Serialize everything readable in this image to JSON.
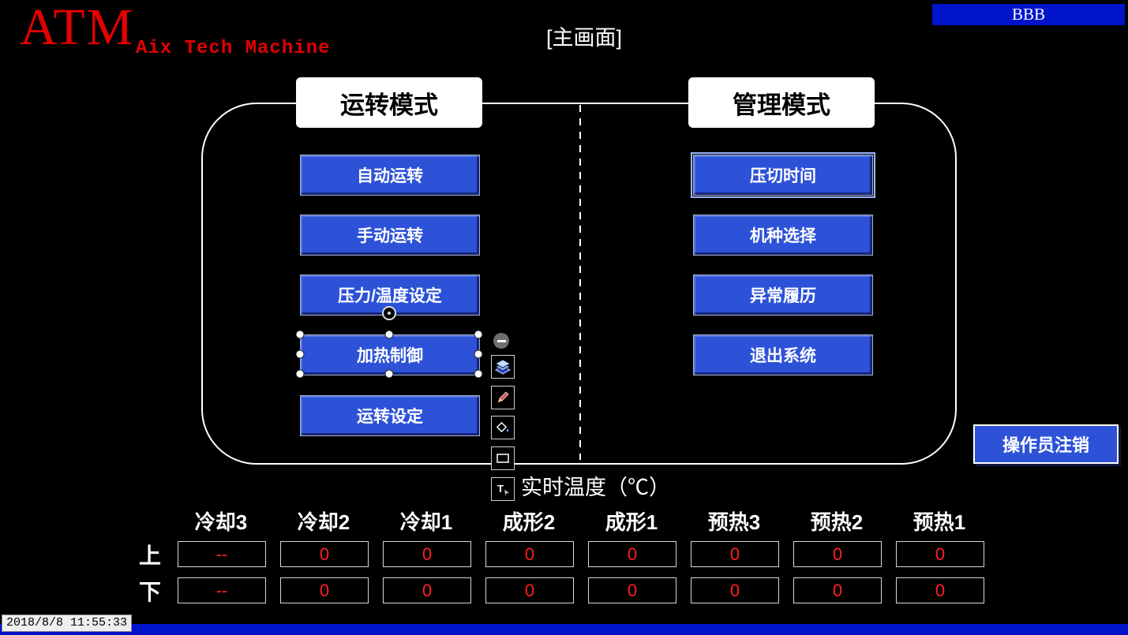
{
  "header": {
    "logo_main": "ATM",
    "logo_sub": "Aix Tech Machine",
    "screen_title": "[主画面]",
    "top_right_button": "BBB"
  },
  "modes": {
    "left_title": "运转模式",
    "right_title": "管理模式",
    "left_buttons": [
      "自动运转",
      "手动运转",
      "压力/温度设定",
      "加热制御",
      "运转设定"
    ],
    "right_buttons": [
      "压切时间",
      "机种选择",
      "异常履历",
      "退出系统"
    ],
    "selected_button": "加热制御",
    "focused_button": "压切时间"
  },
  "logout_button": "操作员注销",
  "temperature_table": {
    "title": "实时温度（℃）",
    "columns": [
      "冷却3",
      "冷却2",
      "冷却1",
      "成形2",
      "成形1",
      "预热3",
      "预热2",
      "预热1"
    ],
    "rows": [
      {
        "label": "上",
        "values": [
          "--",
          "0",
          "0",
          "0",
          "0",
          "0",
          "0",
          "0"
        ]
      },
      {
        "label": "下",
        "values": [
          "--",
          "0",
          "0",
          "0",
          "0",
          "0",
          "0",
          "0"
        ]
      }
    ]
  },
  "toolbar": {
    "icons": [
      "minus",
      "layers",
      "pencil",
      "fill",
      "rectangle",
      "text"
    ]
  },
  "statusbar": {
    "timestamp": "2018/8/8 11:55:33"
  },
  "colors": {
    "button_blue": "#2d52d8",
    "bar_blue": "#0014cc",
    "value_red": "#ff2020",
    "logo_red": "#e40000"
  }
}
